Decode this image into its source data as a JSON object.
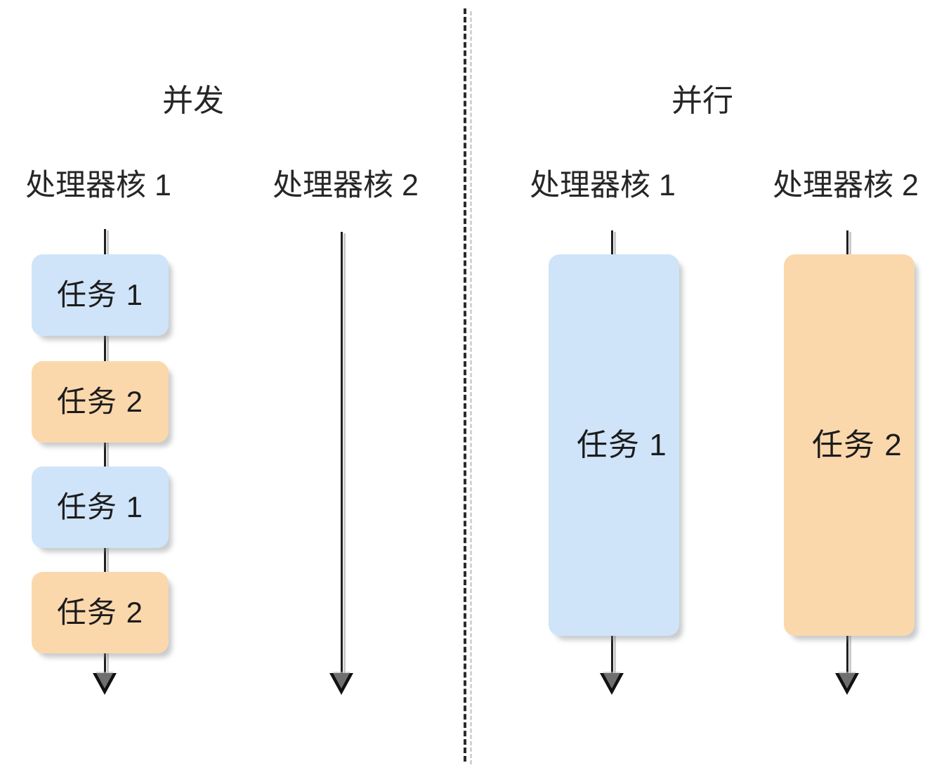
{
  "diagram": {
    "title_left": "并发",
    "title_right": "并行",
    "background": "#ffffff",
    "divider": "dashed-vertical-divider",
    "colors": {
      "task1_fill": "#cfe4f9",
      "task2_fill": "#fbd8ac",
      "line": "#1f1f1f",
      "shadow": "#c9c9c9",
      "text": "#262626"
    }
  },
  "panels": [
    {
      "id": "concurrency",
      "title": "并发",
      "lanes": [
        {
          "id": "core1",
          "label": "处理器核 1",
          "tasks": [
            {
              "label": "任务 1",
              "color": "#cfe4f9",
              "kind": "task1"
            },
            {
              "label": "任务 2",
              "color": "#fbd8ac",
              "kind": "task2"
            },
            {
              "label": "任务 1",
              "color": "#cfe4f9",
              "kind": "task1"
            },
            {
              "label": "任务 2",
              "color": "#fbd8ac",
              "kind": "task2"
            }
          ]
        },
        {
          "id": "core2",
          "label": "处理器核 2",
          "tasks": []
        }
      ]
    },
    {
      "id": "parallelism",
      "title": "并行",
      "lanes": [
        {
          "id": "core1",
          "label": "处理器核 1",
          "tasks": [
            {
              "label": "任务 1",
              "color": "#cfe4f9",
              "kind": "task1"
            }
          ]
        },
        {
          "id": "core2",
          "label": "处理器核 2",
          "tasks": [
            {
              "label": "任务 2",
              "color": "#fbd8ac",
              "kind": "task2"
            }
          ]
        }
      ]
    }
  ],
  "left": {
    "title": "并发",
    "core1_label": "处理器核 1",
    "core2_label": "处理器核 2",
    "box1": "任务 1",
    "box2": "任务 2",
    "box3": "任务 1",
    "box4": "任务 2"
  },
  "right": {
    "title": "并行",
    "core1_label": "处理器核 1",
    "core2_label": "处理器核 2",
    "box1": "任务 1",
    "box2": "任务 2"
  }
}
